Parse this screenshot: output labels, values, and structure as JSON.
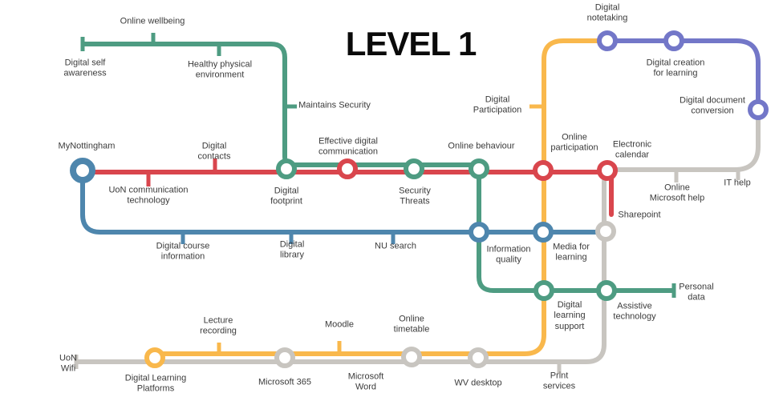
{
  "title": "LEVEL 1",
  "colors": {
    "green": "#4E9C82",
    "red": "#D9464D",
    "blue": "#4E86AD",
    "yellow": "#F9B84C",
    "purple": "#7377C8",
    "gray": "#C8C5C0",
    "text": "#3B3B3B"
  },
  "labels": {
    "online_wellbeing": "Online wellbeing",
    "digital_self_awareness": "Digital self\nawareness",
    "healthy_physical_environment": "Healthy physical\nenvironment",
    "maintains_security": "Maintains Security",
    "digital_notetaking": "Digital\nnotetaking",
    "digital_creation_for_learning": "Digital creation\nfor learning",
    "digital_document_conversion": "Digital document\nconversion",
    "my_nottingham": "MyNottingham",
    "uon_communication_technology": "UoN communication\ntechnology",
    "digital_contacts": "Digital\ncontacts",
    "digital_footprint": "Digital\nfootprint",
    "effective_digital_communication": "Effective digital\ncommunication",
    "security_threats": "Security\nThreats",
    "online_behaviour": "Online behaviour",
    "digital_participation": "Digital\nParticipation",
    "online_participation": "Online\nparticipation",
    "electronic_calendar": "Electronic\ncalendar",
    "online_microsoft_help": "Online\nMicrosoft help",
    "it_help": "IT help",
    "sharepoint": "Sharepoint",
    "digital_course_information": "Digital course\ninformation",
    "digital_library": "Digital\nlibrary",
    "nu_search": "NU search",
    "information_quality": "Information\nquality",
    "media_for_learning": "Media for\nlearning",
    "digital_learning_support": "Digital\nlearning\nsupport",
    "assistive_technology": "Assistive\ntechnology",
    "personal_data": "Personal\ndata",
    "uon_wifi": "UoN\nWifi",
    "digital_learning_platforms": "Digital Learning\nPlatforms",
    "lecture_recording": "Lecture\nrecording",
    "microsoft_365": "Microsoft 365",
    "moodle": "Moodle",
    "microsoft_word": "Microsoft\nWord",
    "online_timetable": "Online\ntimetable",
    "wv_desktop": "WV desktop",
    "print_services": "Print\nservices"
  }
}
